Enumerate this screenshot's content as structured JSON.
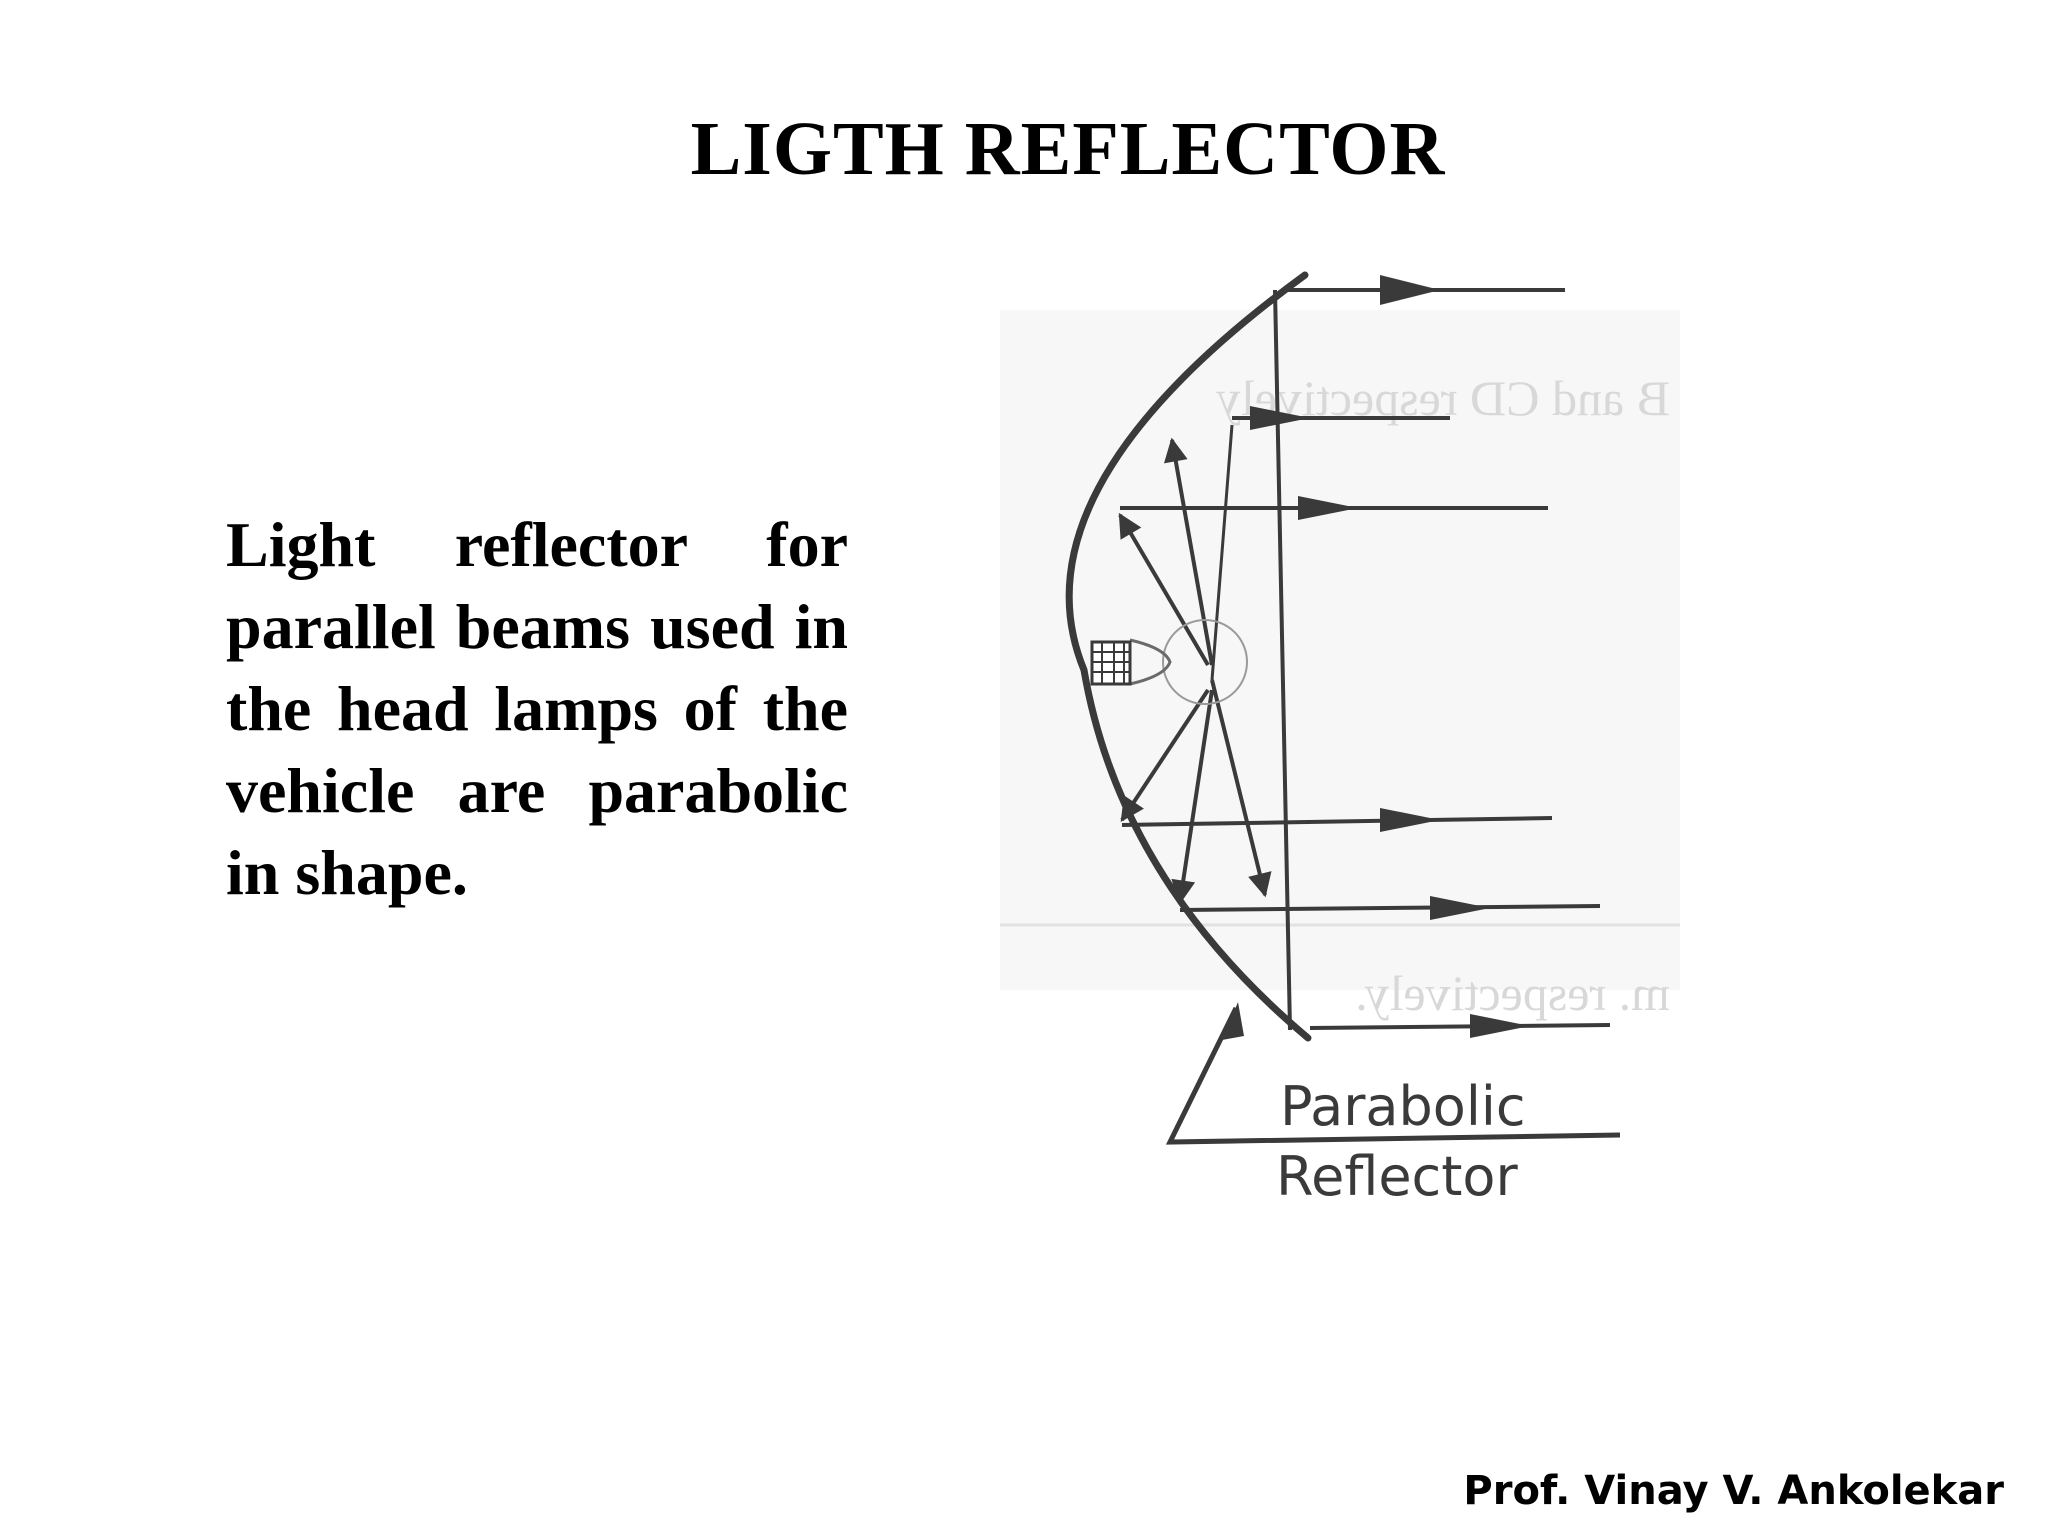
{
  "slide": {
    "title": "LIGTH REFLECTOR",
    "body": "Light reflector for parallel beams used in the head lamps of the vehicle are parabolic in shape.",
    "footer": "Prof. Vinay V. Ankolekar"
  },
  "diagram": {
    "label_line1": "Parabolic",
    "label_line2": "Reflector",
    "ghost_text_top": "B and CD respectively",
    "ghost_text_bottom": "m. respectively.",
    "line_color": "#3a3a3a"
  }
}
